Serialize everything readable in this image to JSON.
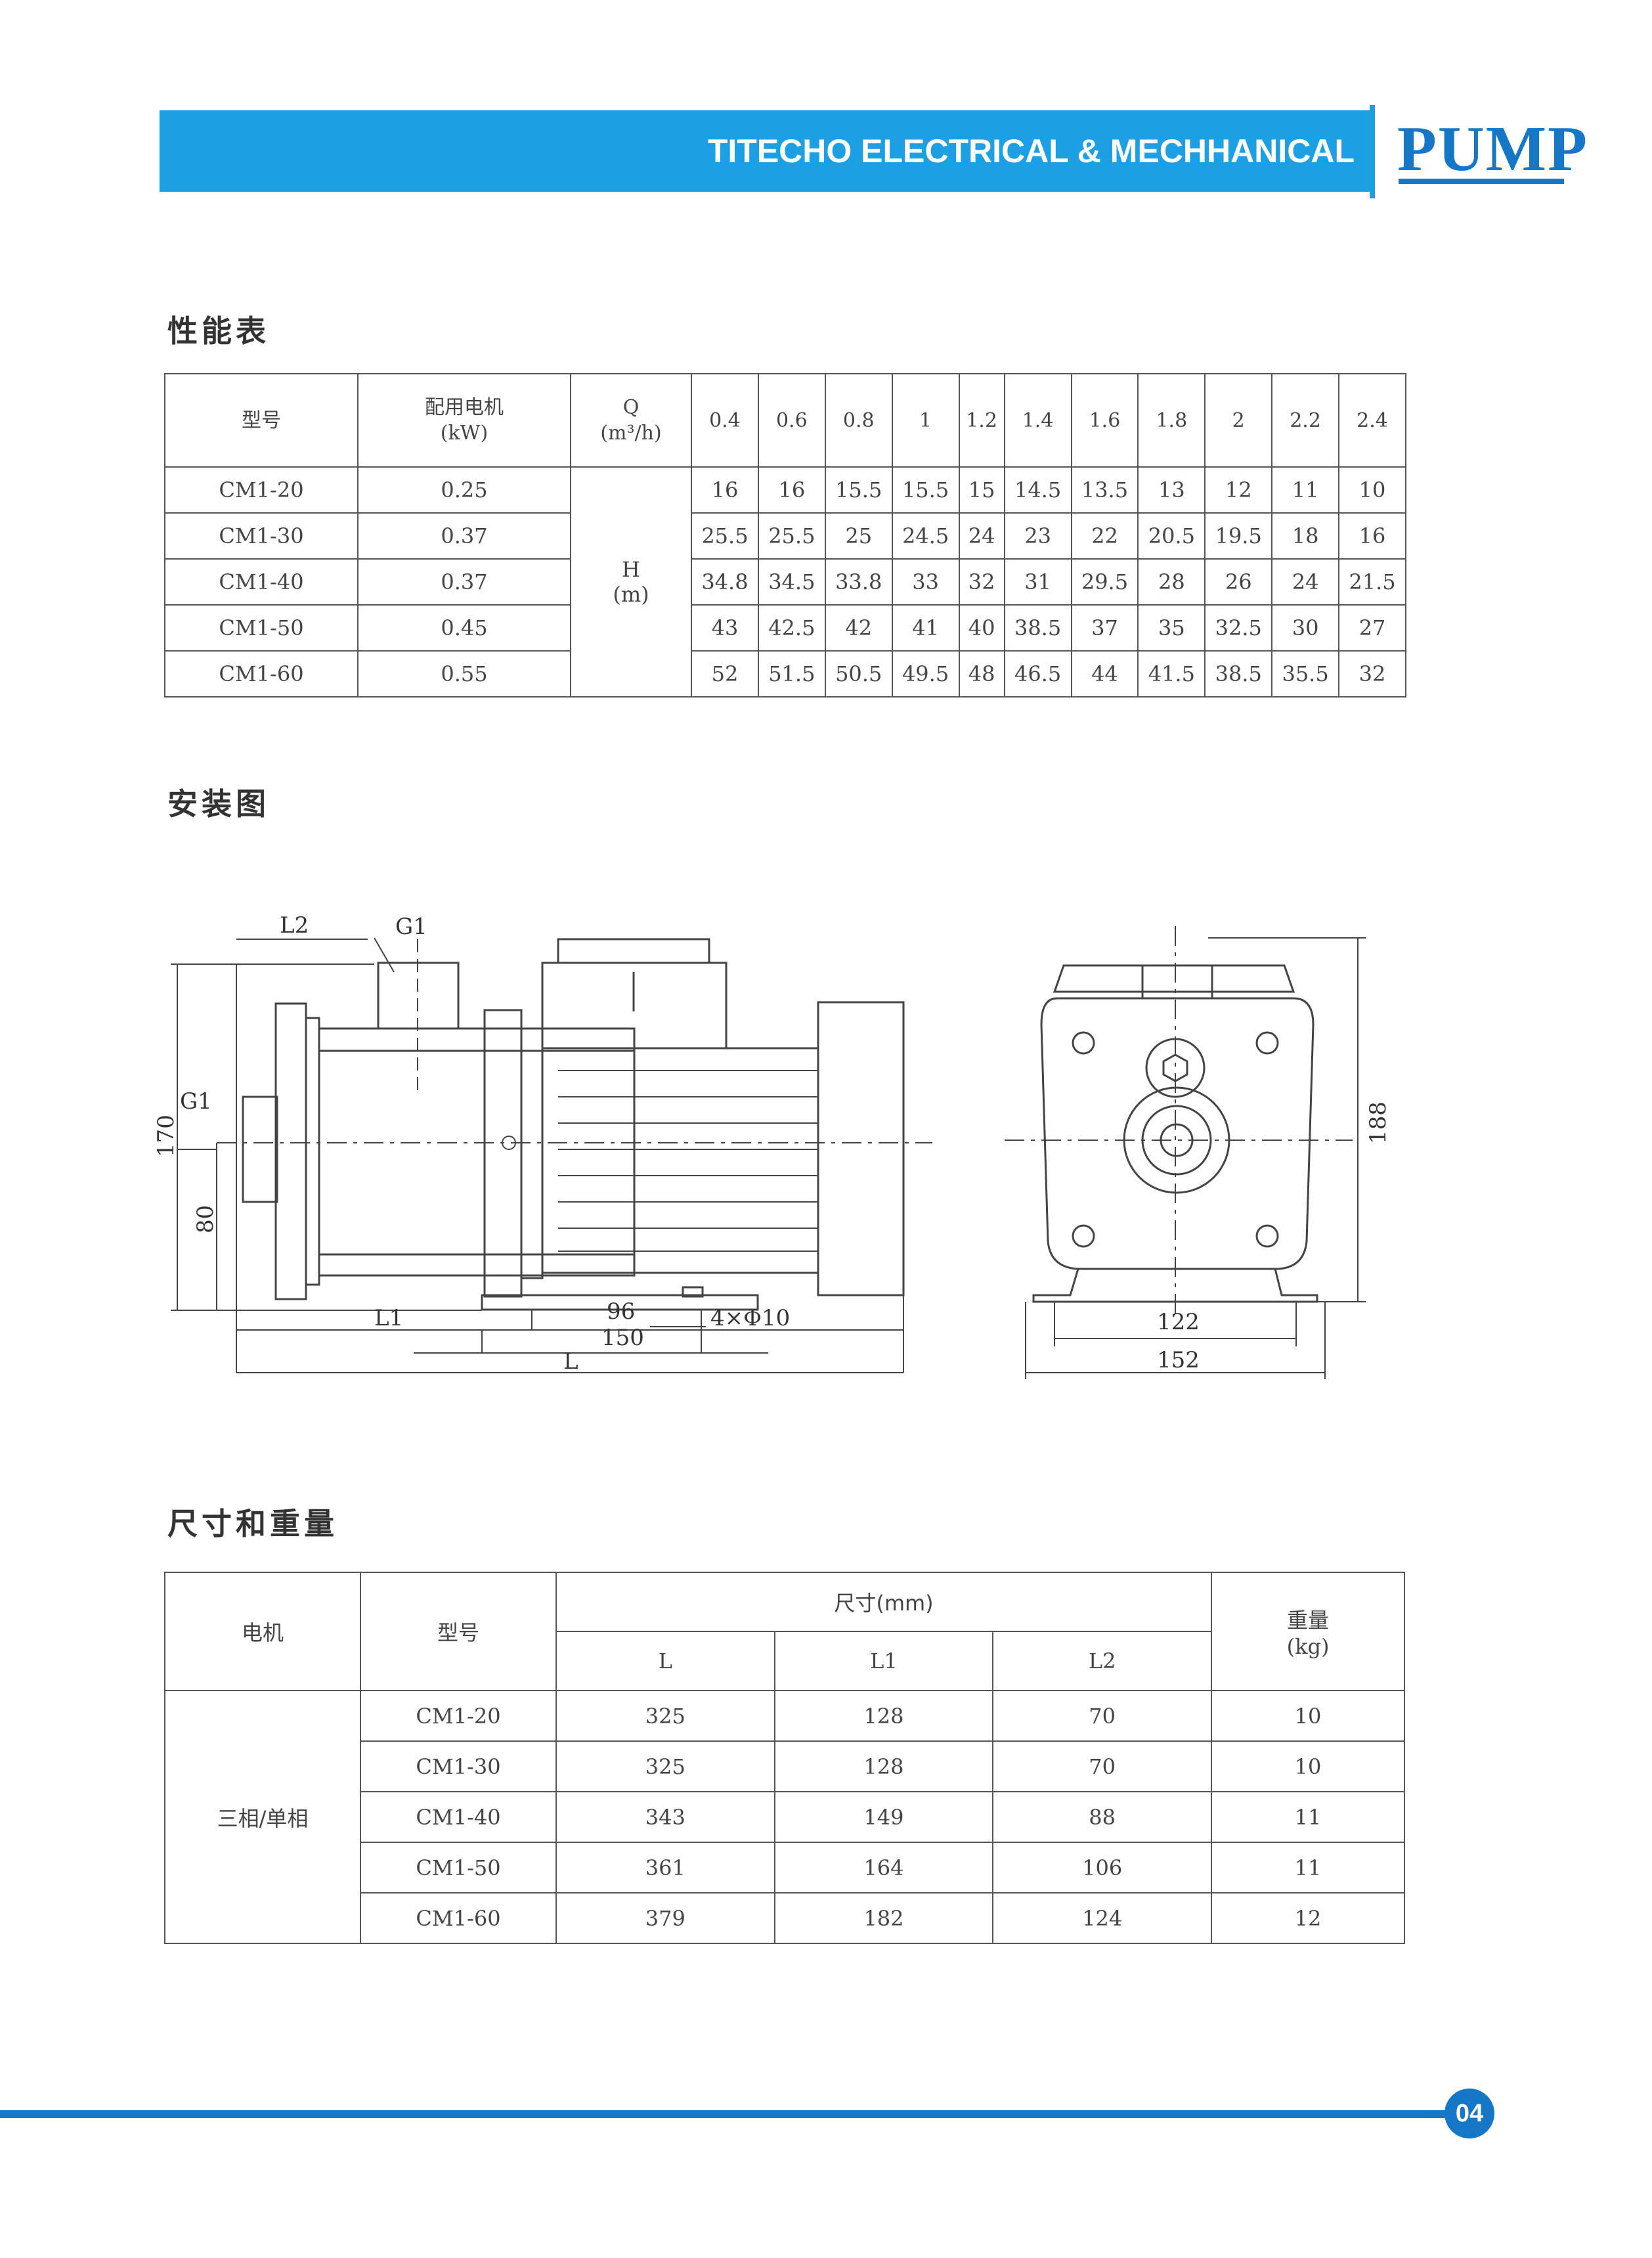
{
  "header": {
    "title": "TITECHO ELECTRICAL & MECHHANICAL",
    "brand": "PUMP"
  },
  "colors": {
    "accent": "#1da0e3",
    "brand": "#1677c6"
  },
  "sections": {
    "performance": "性能表",
    "installation": "安装图",
    "dimensions": "尺寸和重量"
  },
  "performance_table": {
    "col_model": "型号",
    "col_motor": [
      "配用电机",
      "(kW)"
    ],
    "col_q": [
      "Q",
      "(m³/h)"
    ],
    "q_values": [
      "0.4",
      "0.6",
      "0.8",
      "1",
      "1.2",
      "1.4",
      "1.6",
      "1.8",
      "2",
      "2.2",
      "2.4"
    ],
    "h_label": [
      "H",
      "(m)"
    ],
    "rows": [
      {
        "model": "CM1-20",
        "kw": "0.25",
        "h": [
          "16",
          "16",
          "15.5",
          "15.5",
          "15",
          "14.5",
          "13.5",
          "13",
          "12",
          "11",
          "10"
        ]
      },
      {
        "model": "CM1-30",
        "kw": "0.37",
        "h": [
          "25.5",
          "25.5",
          "25",
          "24.5",
          "24",
          "23",
          "22",
          "20.5",
          "19.5",
          "18",
          "16"
        ]
      },
      {
        "model": "CM1-40",
        "kw": "0.37",
        "h": [
          "34.8",
          "34.5",
          "33.8",
          "33",
          "32",
          "31",
          "29.5",
          "28",
          "26",
          "24",
          "21.5"
        ]
      },
      {
        "model": "CM1-50",
        "kw": "0.45",
        "h": [
          "43",
          "42.5",
          "42",
          "41",
          "40",
          "38.5",
          "37",
          "35",
          "32.5",
          "30",
          "27"
        ]
      },
      {
        "model": "CM1-60",
        "kw": "0.55",
        "h": [
          "52",
          "51.5",
          "50.5",
          "49.5",
          "48",
          "46.5",
          "44",
          "41.5",
          "38.5",
          "35.5",
          "32"
        ]
      }
    ]
  },
  "drawing_labels": {
    "l2": "L2",
    "g1_top": "G1",
    "g1_side": "G1",
    "h170": "170",
    "h80": "80",
    "l1": "L1",
    "d96": "96",
    "holes": "4×Φ10",
    "d150": "150",
    "l": "L",
    "h188": "188",
    "w122": "122",
    "w152": "152"
  },
  "dimensions_table": {
    "col_motor": "电机",
    "col_model": "型号",
    "col_size": "尺寸(mm)",
    "col_weight": [
      "重量",
      "(kg)"
    ],
    "sub_cols": [
      "L",
      "L1",
      "L2"
    ],
    "motor_type": "三相/单相",
    "rows": [
      {
        "model": "CM1-20",
        "L": "325",
        "L1": "128",
        "L2": "70",
        "kg": "10"
      },
      {
        "model": "CM1-30",
        "L": "325",
        "L1": "128",
        "L2": "70",
        "kg": "10"
      },
      {
        "model": "CM1-40",
        "L": "343",
        "L1": "149",
        "L2": "88",
        "kg": "11"
      },
      {
        "model": "CM1-50",
        "L": "361",
        "L1": "164",
        "L2": "106",
        "kg": "11"
      },
      {
        "model": "CM1-60",
        "L": "379",
        "L1": "182",
        "L2": "124",
        "kg": "12"
      }
    ]
  },
  "footer": {
    "page": "04"
  }
}
